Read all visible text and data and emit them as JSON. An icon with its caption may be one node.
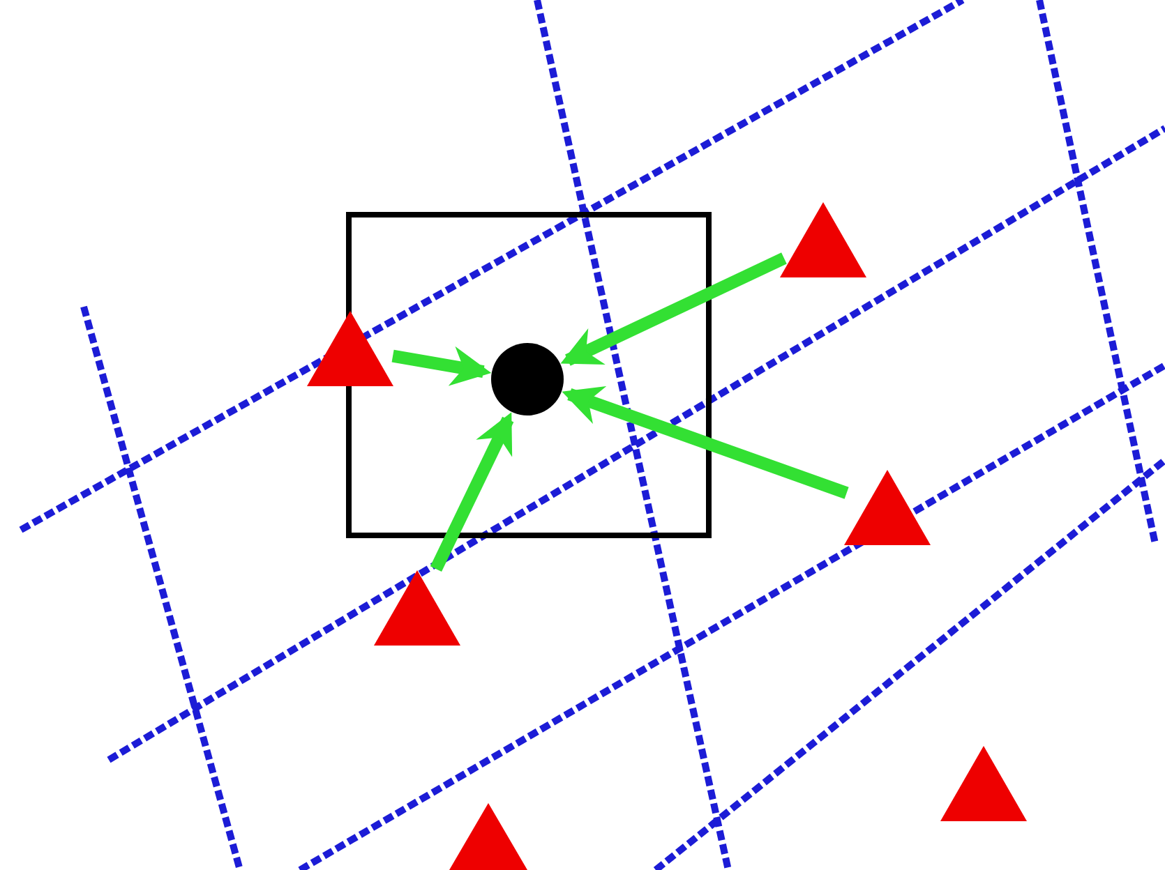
{
  "diagram": {
    "nodes": [
      {
        "text": [],
        "shape": "box"
      },
      {
        "text": [],
        "shape": "triangle"
      },
      {
        "text": [],
        "shape": "triangle"
      },
      {
        "text": [],
        "shape": "circle",
        "in": 0
      },
      {
        "text": [],
        "shape": "triangle"
      },
      {
        "text": [],
        "shape": "triangle"
      },
      {
        "text": [],
        "shape": "triangle"
      },
      {
        "text": [],
        "shape": "triangle"
      }
    ],
    "edges": [
      {
        "from": 1,
        "to": 3,
        "arrow": "to"
      },
      {
        "from": 2,
        "to": 3,
        "arrow": "to"
      },
      {
        "from": 4,
        "to": 3,
        "arrow": "to"
      },
      {
        "from": 5,
        "to": 3,
        "arrow": "to"
      }
    ]
  }
}
